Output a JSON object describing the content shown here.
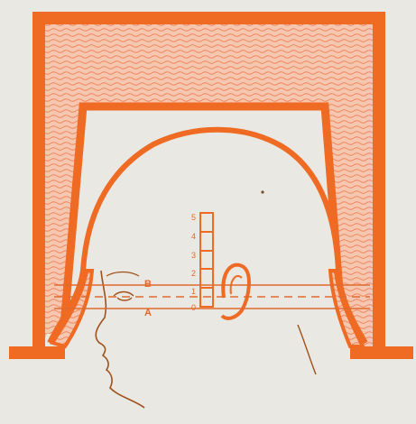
{
  "diagram": {
    "colors": {
      "accent": "#ef6a22",
      "fill_light": "#f4b9a0",
      "line_thin": "#e06a30",
      "background": "#e9e8e2",
      "profile_line": "#a0521c"
    },
    "scale": {
      "ticks": [
        "0",
        "1",
        "2",
        "3",
        "4",
        "5"
      ]
    },
    "markers": {
      "upper": "B",
      "lower": "A"
    }
  }
}
